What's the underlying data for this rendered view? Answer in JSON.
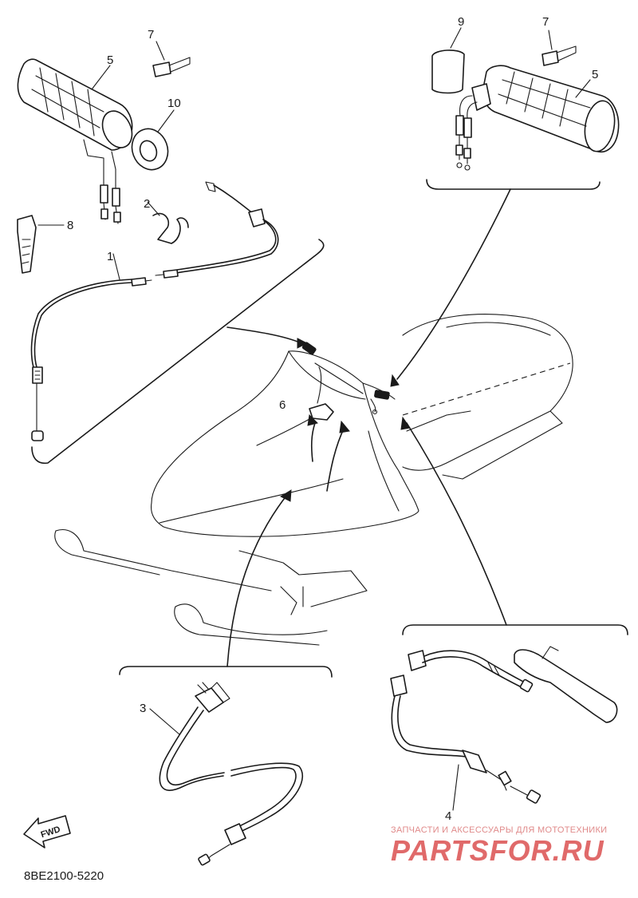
{
  "diagram": {
    "callouts": {
      "c1": "1",
      "c2": "2",
      "c3": "3",
      "c4": "4",
      "c5_left": "5",
      "c5_right": "5",
      "c6": "6",
      "c7_left": "7",
      "c7_right": "7",
      "c8": "8",
      "c9": "9",
      "c10": "10"
    },
    "direction_label": "FWD",
    "drawing_code": "8BE2100-5220"
  },
  "watermark": {
    "tagline": "ЗАПЧАСТИ И АКСЕССУАРЫ ДЛЯ МОТОТЕХНИКИ",
    "brand": "PARTSFOR.RU",
    "color": "#e06a6a"
  }
}
